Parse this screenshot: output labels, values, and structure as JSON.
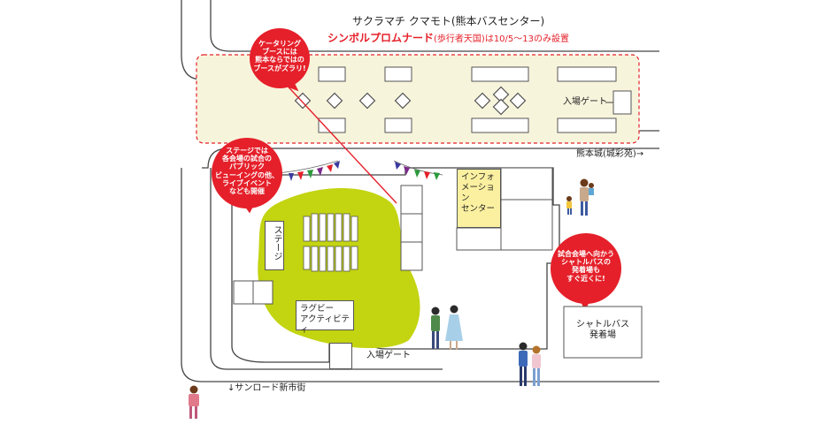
{
  "title": "サクラマチ クマモト(熊本バスセンター)",
  "promenade": {
    "label": "シンボルプロムナード",
    "note": "(歩行者天国)は10/5〜13のみ設置"
  },
  "labels": {
    "castle": "熊本城(城彩苑)→",
    "sunroad": "↓サンロード新市街",
    "gate_top": "入場ゲート",
    "gate_bottom": "入場ゲート",
    "stage": "ステージ",
    "info_center": "インフォ\nメーション\nセンター",
    "rugby": "ラグビー\nアクティビティ",
    "shuttle": "シャトルバス\n発着場"
  },
  "bubbles": {
    "catering": "ケータリング\nブースには\n熊本ならではの\nブースがズラリ!",
    "stage": "ステージでは\n各会場の試合の\nパブリック\nビューイングの他、\nライブイベント\nなども開催",
    "shuttle": "試合会場へ向かう\nシャトルバスの\n発着場も\nすぐ近くに!"
  },
  "colors": {
    "red": "#e5202a",
    "green": "#c3d411",
    "promenade_fill": "#f7f4dc",
    "info_fill": "#fbf0a0"
  }
}
